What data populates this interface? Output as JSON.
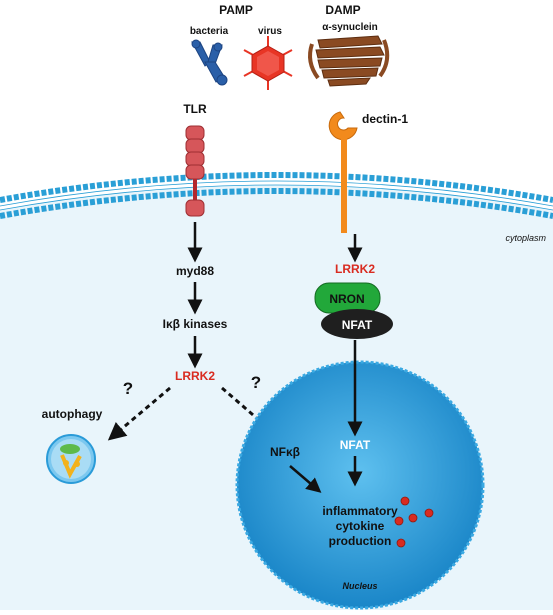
{
  "labels": {
    "pamp": "PAMP",
    "damp": "DAMP",
    "bacteria": "bacteria",
    "virus": "virus",
    "alpha_synuclein": "α-synuclein",
    "tlr": "TLR",
    "dectin1": "dectin-1",
    "cytoplasm": "cytoplasm",
    "myd88": "myd88",
    "ikb_kinases": "Iκβ kinases",
    "lrrk2_left": "LRRK2",
    "lrrk2_right": "LRRK2",
    "nron": "NRON",
    "nfat_complex": "NFAT",
    "nfat_nucleus": "NFAT",
    "autophagy": "autophagy",
    "question_left": "?",
    "question_right": "?",
    "nfkb": "NFκβ",
    "output_line1": "inflammatory",
    "output_line2": "cytokine",
    "output_line3": "production",
    "nucleus": "Nucleus"
  },
  "colors": {
    "lrrk2": "#d92b20",
    "membrane": "#2a9fd6",
    "cytoplasm_fill": "#e8f4fa",
    "nucleus": "#2a9bd8",
    "nron": "#22a83a",
    "nfat": "#1f1f1f",
    "dectin": "#f28a1c",
    "tlr": "#d6565a",
    "bacteria": "#2a5fa8",
    "virus": "#e83525",
    "synuclein": "#8a4a22"
  }
}
